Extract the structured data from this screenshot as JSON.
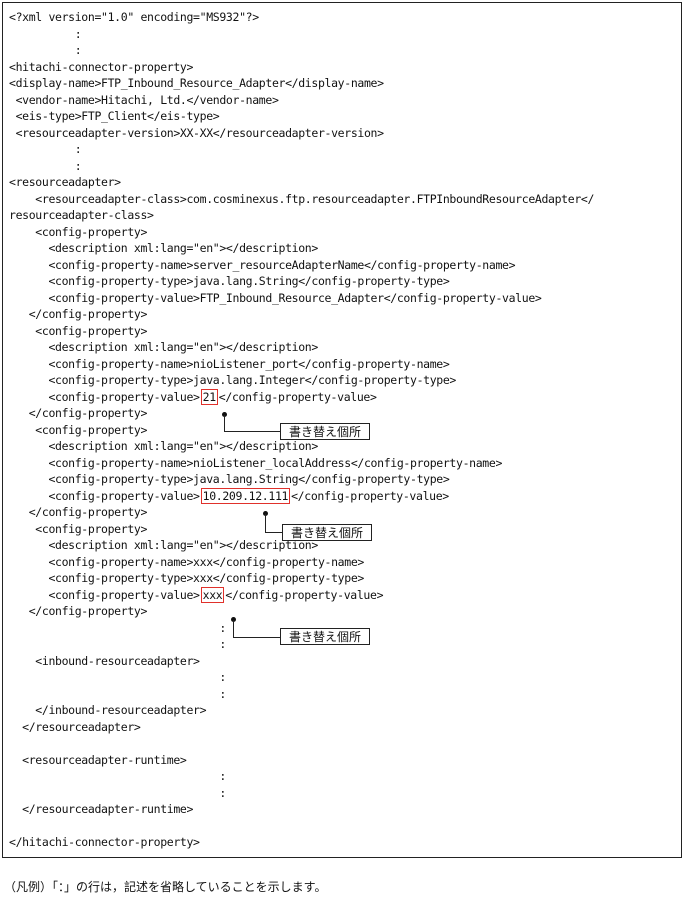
{
  "code_lines": [
    "<?xml version=\"1.0\" encoding=\"MS932\"?>",
    "          :",
    "          :",
    "<hitachi-connector-property>",
    "<display-name>FTP_Inbound_Resource_Adapter</display-name>",
    " <vendor-name>Hitachi, Ltd.</vendor-name>",
    " <eis-type>FTP_Client</eis-type>",
    " <resourceadapter-version>XX-XX</resourceadapter-version>",
    "          :",
    "          :",
    "<resourceadapter>",
    "    <resourceadapter-class>com.cosminexus.ftp.resourceadapter.FTPInboundResourceAdapter</",
    "resourceadapter-class>",
    "    <config-property>",
    "      <description xml:lang=\"en\"></description>",
    "      <config-property-name>server_resourceAdapterName</config-property-name>",
    "      <config-property-type>java.lang.String</config-property-type>",
    "      <config-property-value>FTP_Inbound_Resource_Adapter</config-property-value>",
    "   </config-property>",
    "    <config-property>",
    "      <description xml:lang=\"en\"></description>",
    "      <config-property-name>nioListener_port</config-property-name>",
    "      <config-property-type>java.lang.Integer</config-property-type>",
    "",
    "   </config-property>",
    "    <config-property>",
    "      <description xml:lang=\"en\"></description>",
    "      <config-property-name>nioListener_localAddress</config-property-name>",
    "      <config-property-type>java.lang.String</config-property-type>",
    "",
    "   </config-property>",
    "    <config-property>",
    "      <description xml:lang=\"en\"></description>",
    "      <config-property-name>xxx</config-property-name>",
    "      <config-property-type>xxx</config-property-type>",
    "",
    "   </config-property>",
    "                                :",
    "                                :",
    "    <inbound-resourceadapter>",
    "                                :",
    "                                :",
    "    </inbound-resourceadapter>",
    "  </resourceadapter>",
    "",
    "  <resourceadapter-runtime>",
    "                                :",
    "                                :",
    "  </resourceadapter-runtime>",
    "",
    "</hitachi-connector-property>"
  ],
  "value_open_tag": "      <config-property-value>",
  "value_close_tag": "</config-property-value>",
  "highlighted_values": [
    "21",
    "10.209.12.111",
    "xxx"
  ],
  "callout_label": "書き替え個所",
  "legend": "（凡例）「：」の行は，記述を省略していることを示します。",
  "colors": {
    "highlight_border": "#e0312b",
    "text": "#111111",
    "frame": "#222222"
  }
}
